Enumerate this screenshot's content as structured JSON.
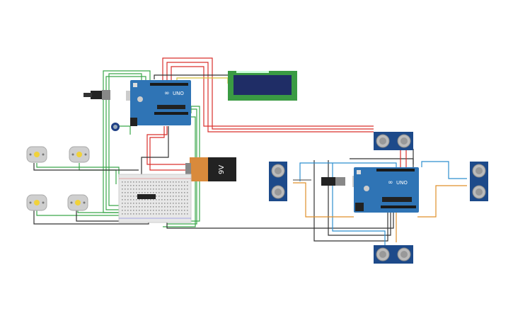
{
  "colors": {
    "wire_red": "#d9302c",
    "wire_green": "#3aa64a",
    "wire_black": "#333333",
    "wire_blue": "#2f8fcf",
    "wire_orange": "#e0902a",
    "wire_yellow": "#d8c23a",
    "arduino_blue": "#2f74b5",
    "lcd_green": "#3a9b43",
    "lcd_screen": "#1f2d66",
    "sensor_blue": "#1d4a8a",
    "battery_orange": "#d98a3c",
    "breadboard": "#e7e7e7",
    "motor_gray": "#cfcfcf",
    "motor_yellow": "#f1d23a"
  },
  "components": {
    "arduino_1": {
      "label": "UNO",
      "logo": "∞"
    },
    "arduino_2": {
      "label": "UNO",
      "logo": "∞"
    },
    "lcd": {
      "label": ""
    },
    "battery": {
      "label": "9V"
    },
    "sensors": [
      {
        "name": "ultrasonic-sensor-top"
      },
      {
        "name": "ultrasonic-sensor-left"
      },
      {
        "name": "ultrasonic-sensor-right"
      },
      {
        "name": "ultrasonic-sensor-bottom"
      }
    ],
    "motors": [
      {
        "name": "dc-motor-1"
      },
      {
        "name": "dc-motor-2"
      },
      {
        "name": "dc-motor-3"
      },
      {
        "name": "dc-motor-4"
      }
    ]
  }
}
